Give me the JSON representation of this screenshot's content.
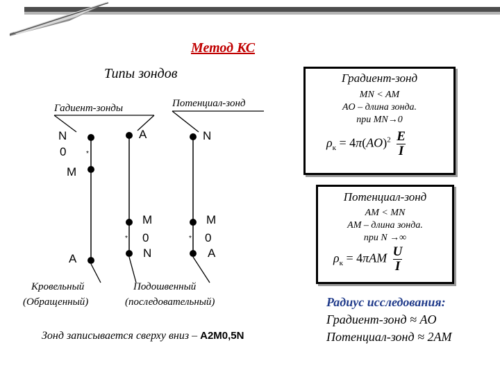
{
  "header": {
    "title": "Метод КС",
    "subtitle": "Типы зондов"
  },
  "labels": {
    "gradient_probes": "Гадиент-зонды",
    "potential_probe": "Потенциал-зонд",
    "roof": "Кровельный",
    "roof_alt": "(Обращенный)",
    "bottom": "Подошвенный",
    "bottom_alt": "(последовательный)"
  },
  "probes": {
    "p1": {
      "N": "N",
      "O": "0",
      "M": "M",
      "A": "A"
    },
    "p2": {
      "A": "A",
      "M": "M",
      "O": "0",
      "N": "N"
    },
    "p3": {
      "N": "N",
      "M": "M",
      "O": "0",
      "A": "A"
    }
  },
  "gradient_box": {
    "title": "Градиент-зонд",
    "line1": "MN < AM",
    "line2": "AO – длина зонда.",
    "line3": "при MN→0",
    "formula": "ρк = 4π(AO)² E/I"
  },
  "potential_box": {
    "title": "Потенциал-зонд",
    "line1": "AM < MN",
    "line2": "AM – длина зонда.",
    "line3": "при N →∞",
    "formula": "ρк = 4πAM U/I"
  },
  "note": {
    "text": "Зонд записывается сверху вниз – ",
    "code": "A2M0,5N"
  },
  "radius": {
    "title": "Радиус исследования:",
    "line1": "Градиент-зонд ≈ AO",
    "line2": "Потенциал-зонд ≈ 2AM"
  }
}
